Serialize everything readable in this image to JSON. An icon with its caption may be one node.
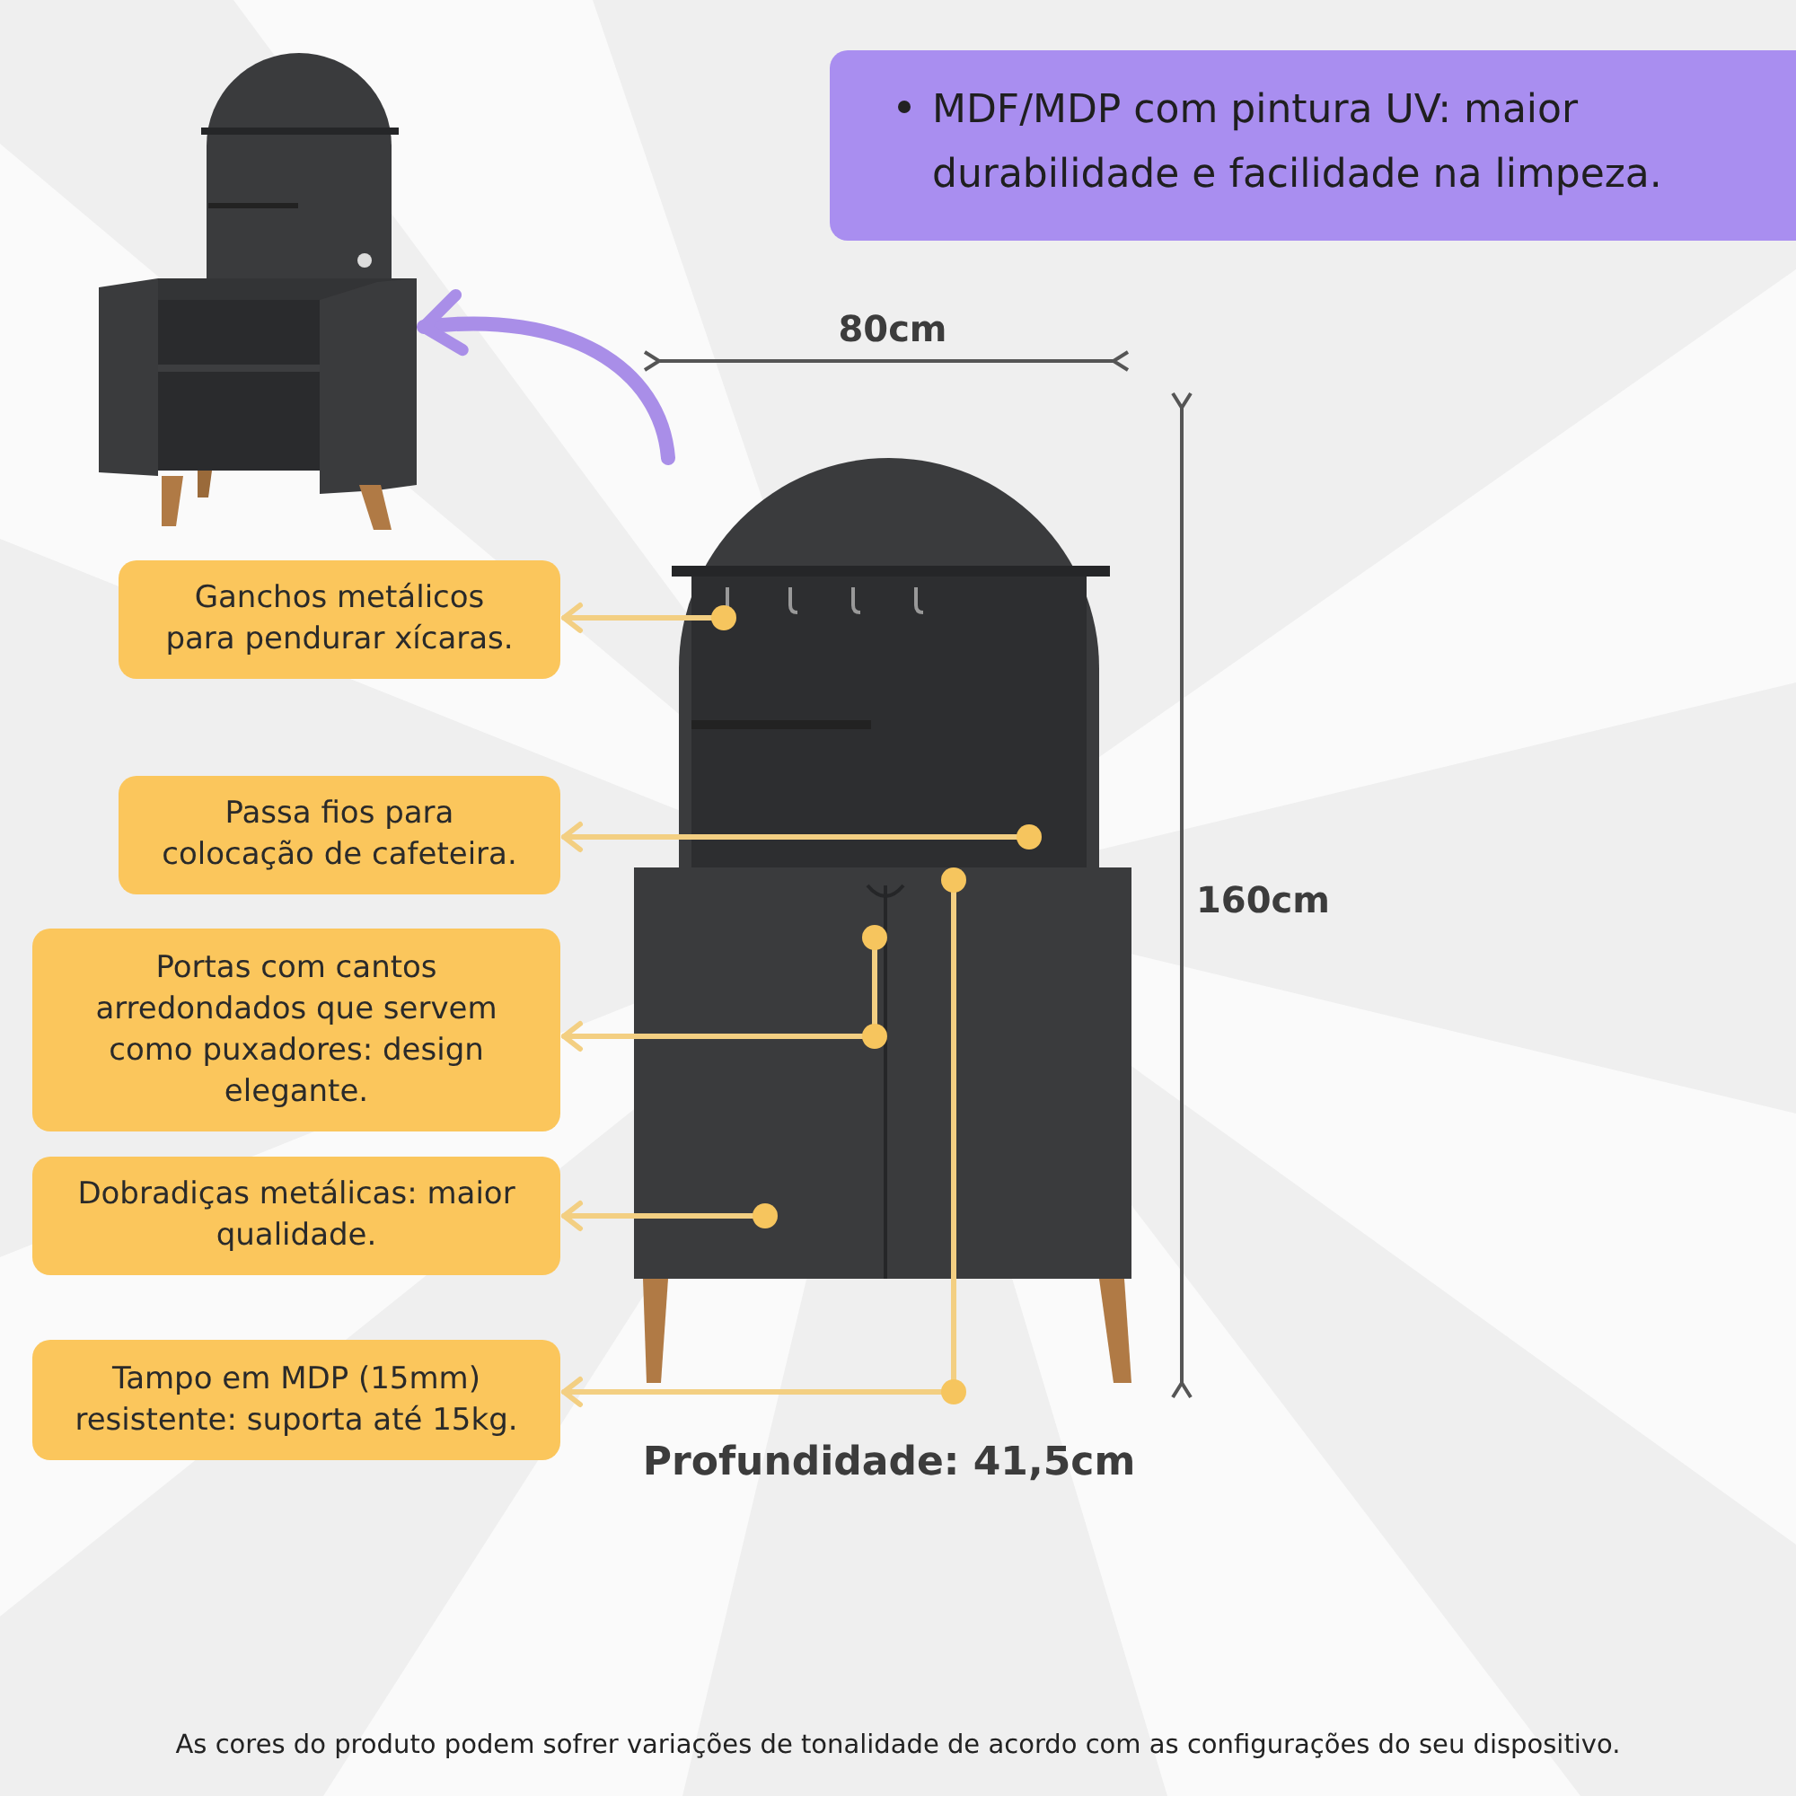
{
  "diagram": {
    "nodes": [
      {
        "text": [
          "MDF/MDP com pintura UV: maior durabilidade e facilidade na limpeza."
        ]
      },
      {
        "text": [
          "Ganchos metálicos para pendurar xícaras."
        ]
      },
      {
        "text": [
          "Passa fios para colocação de cafeteira."
        ]
      },
      {
        "text": [
          "Portas com cantos arredondados que servem como puxadores: design elegante."
        ]
      },
      {
        "text": [
          "Dobradiças metálicas: maior qualidade."
        ]
      },
      {
        "text": [
          "Tampo em MDP (15mm) resistente: suporta até 15kg."
        ]
      },
      {
        "text": [],
        "shape": "picture"
      },
      {
        "text": [],
        "shape": "picture"
      }
    ],
    "edges": [
      {
        "from": 7,
        "to": 1,
        "arrow": "to"
      },
      {
        "from": 7,
        "to": 2,
        "arrow": "to"
      },
      {
        "from": 7,
        "to": 3,
        "arrow": "to"
      },
      {
        "from": 7,
        "to": 4,
        "arrow": "to"
      },
      {
        "from": 7,
        "to": 5,
        "arrow": "to"
      },
      {
        "from": 7,
        "to": 6,
        "arrow": "to",
        "style": "thick",
        "color": "#a98ee8"
      }
    ],
    "labels": [
      "80cm",
      "160cm",
      "Profundidade: 41,5cm",
      "As cores do produto podem sofrer variações de tonalidade de acordo com as configurações do seu dispositivo."
    ]
  }
}
